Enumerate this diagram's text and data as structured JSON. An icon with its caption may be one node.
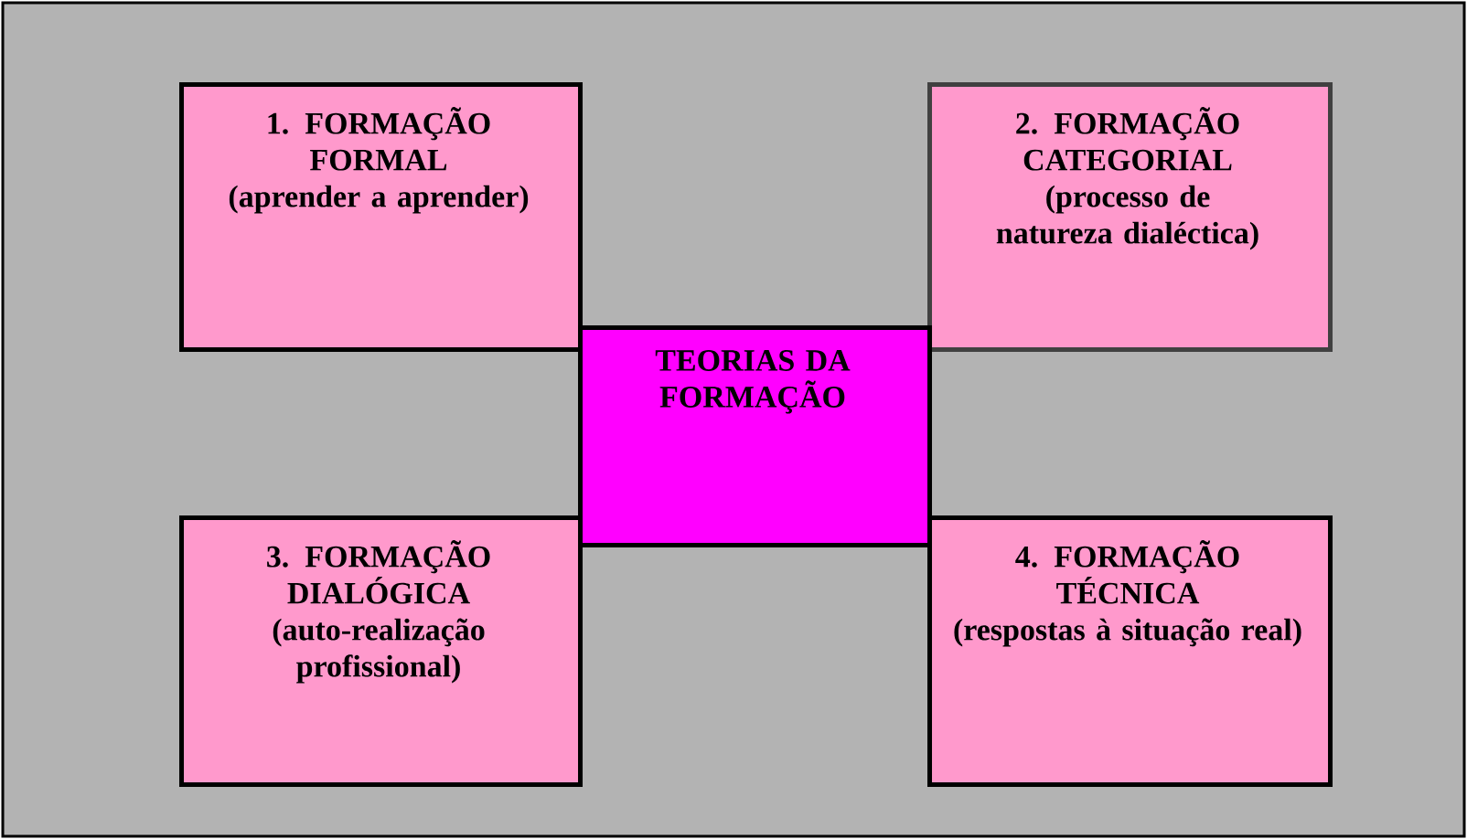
{
  "diagram": {
    "nodes": [
      {
        "text": [
          "1. FORMAÇÃO FORMAL",
          "(aprender a aprender)"
        ]
      },
      {
        "text": [
          "2. FORMAÇÃO CATEGORIAL",
          "(processo de natureza dialéctica)"
        ]
      },
      {
        "text": [
          "TEORIAS DA FORMAÇÃO"
        ]
      },
      {
        "text": [
          "3. FORMAÇÃO DIALÓGICA",
          "(auto-realização profissional)"
        ]
      },
      {
        "text": [
          "4. FORMAÇÃO TÉCNICA",
          "(respostas à situação real)"
        ]
      }
    ]
  }
}
